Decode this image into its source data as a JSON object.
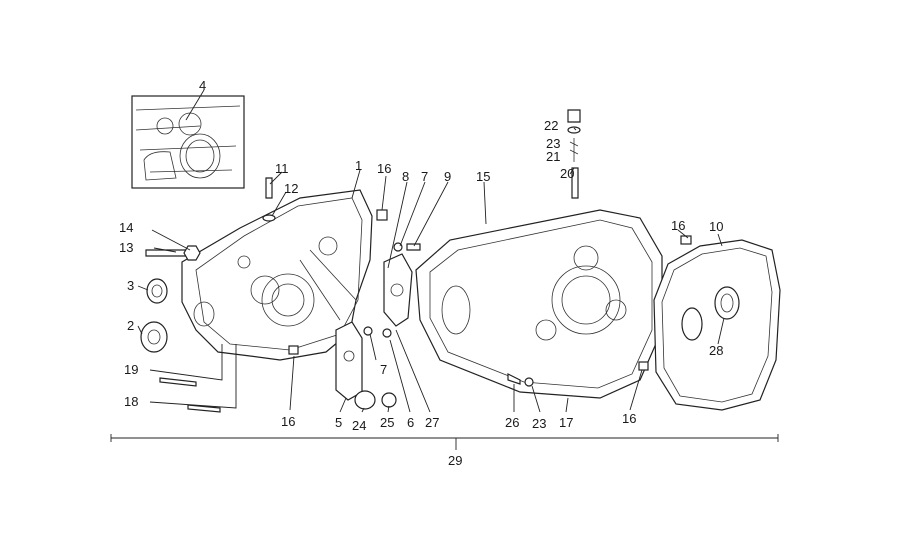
{
  "diagram": {
    "background": "#ffffff",
    "ink": "#222222",
    "callouts": {
      "c1": "1",
      "c2": "2",
      "c3": "3",
      "c4": "4",
      "c5": "5",
      "c6": "6",
      "c7": "7",
      "c8": "8",
      "c9": "9",
      "c10": "10",
      "c11": "11",
      "c12": "12",
      "c13": "13",
      "c14": "14",
      "c15": "15",
      "c16a": "16",
      "c16b": "16",
      "c16c": "16",
      "c16d": "16",
      "c17": "17",
      "c18": "18",
      "c19": "19",
      "c20": "20",
      "c21": "21",
      "c22": "22",
      "c23a": "23",
      "c23b": "23",
      "c24": "24",
      "c25": "25",
      "c26": "26",
      "c27": "27",
      "c28": "28",
      "c29": "29"
    }
  }
}
